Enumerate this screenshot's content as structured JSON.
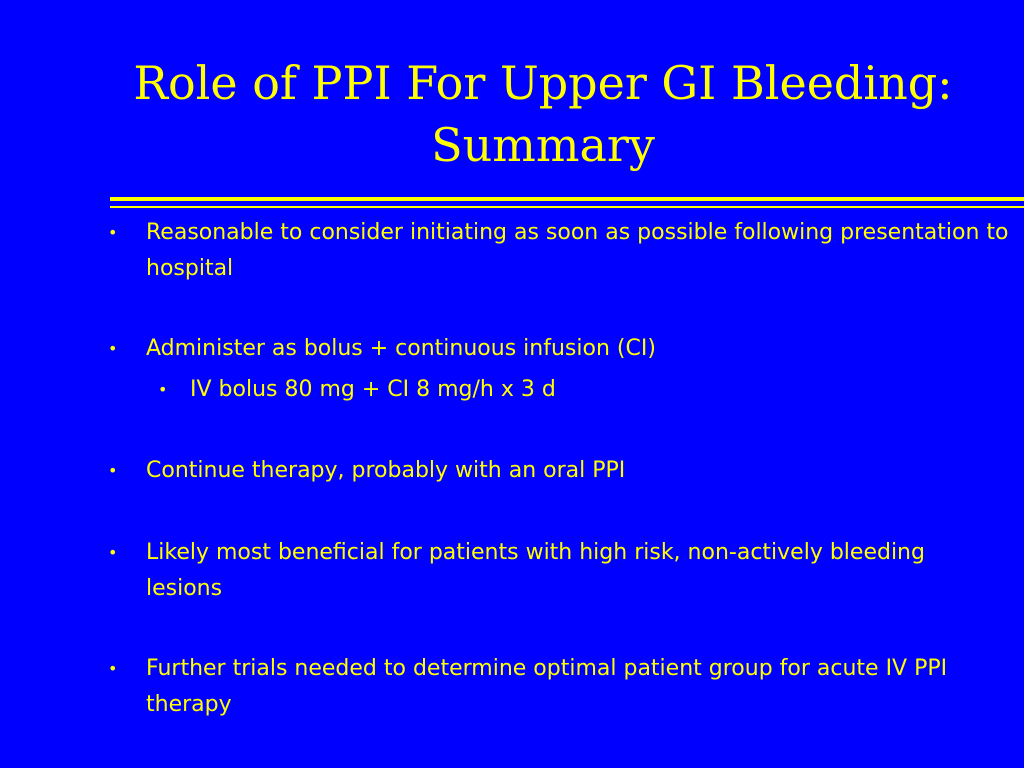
{
  "slide": {
    "title_line1": "Role of PPI For Upper GI Bleeding:",
    "title_line2": "Summary",
    "bullets": [
      {
        "text": "Reasonable to consider initiating as soon as possible following presentation to hospital"
      },
      {
        "text": "Administer as bolus + continuous infusion (CI)"
      },
      {
        "text": "IV bolus 80 mg + CI 8 mg/h x 3 d"
      },
      {
        "text": "Continue therapy, probably with an oral PPI"
      },
      {
        "text": "Likely most beneficial for patients with high risk, non-actively bleeding lesions"
      },
      {
        "text": "Further trials needed to determine optimal patient group for acute  IV PPI therapy"
      }
    ],
    "bullet_marker": "•",
    "colors": {
      "background": "#0000ff",
      "text": "#ffff00"
    }
  }
}
